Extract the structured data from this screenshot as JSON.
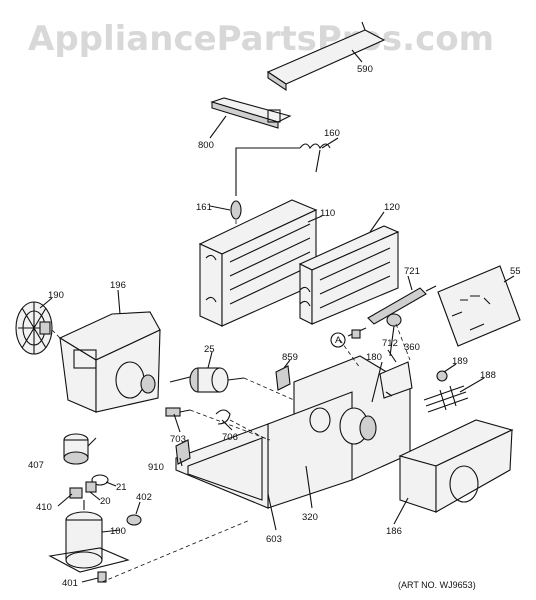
{
  "watermark": "AppliancePartsPros.com",
  "art_number": "(ART NO. WJ9653)",
  "callouts": [
    {
      "id": "c590",
      "text": "590"
    },
    {
      "id": "c800",
      "text": "800"
    },
    {
      "id": "c160",
      "text": "160"
    },
    {
      "id": "c161",
      "text": "161"
    },
    {
      "id": "c110",
      "text": "110"
    },
    {
      "id": "c120",
      "text": "120"
    },
    {
      "id": "c721",
      "text": "721"
    },
    {
      "id": "c55",
      "text": "55"
    },
    {
      "id": "c190",
      "text": "190"
    },
    {
      "id": "c196",
      "text": "196"
    },
    {
      "id": "cA",
      "text": "A"
    },
    {
      "id": "c712",
      "text": "712"
    },
    {
      "id": "c360",
      "text": "360"
    },
    {
      "id": "c25",
      "text": "25"
    },
    {
      "id": "c859",
      "text": "859"
    },
    {
      "id": "c180",
      "text": "180"
    },
    {
      "id": "c189",
      "text": "189"
    },
    {
      "id": "c188",
      "text": "188"
    },
    {
      "id": "c703",
      "text": "703"
    },
    {
      "id": "c706",
      "text": "706"
    },
    {
      "id": "c407",
      "text": "407"
    },
    {
      "id": "c910",
      "text": "910"
    },
    {
      "id": "c21",
      "text": "21"
    },
    {
      "id": "c410",
      "text": "410"
    },
    {
      "id": "c20",
      "text": "20"
    },
    {
      "id": "c402",
      "text": "402"
    },
    {
      "id": "c100",
      "text": "100"
    },
    {
      "id": "c320",
      "text": "320"
    },
    {
      "id": "c186",
      "text": "186"
    },
    {
      "id": "c603",
      "text": "603"
    },
    {
      "id": "c401",
      "text": "401"
    }
  ]
}
